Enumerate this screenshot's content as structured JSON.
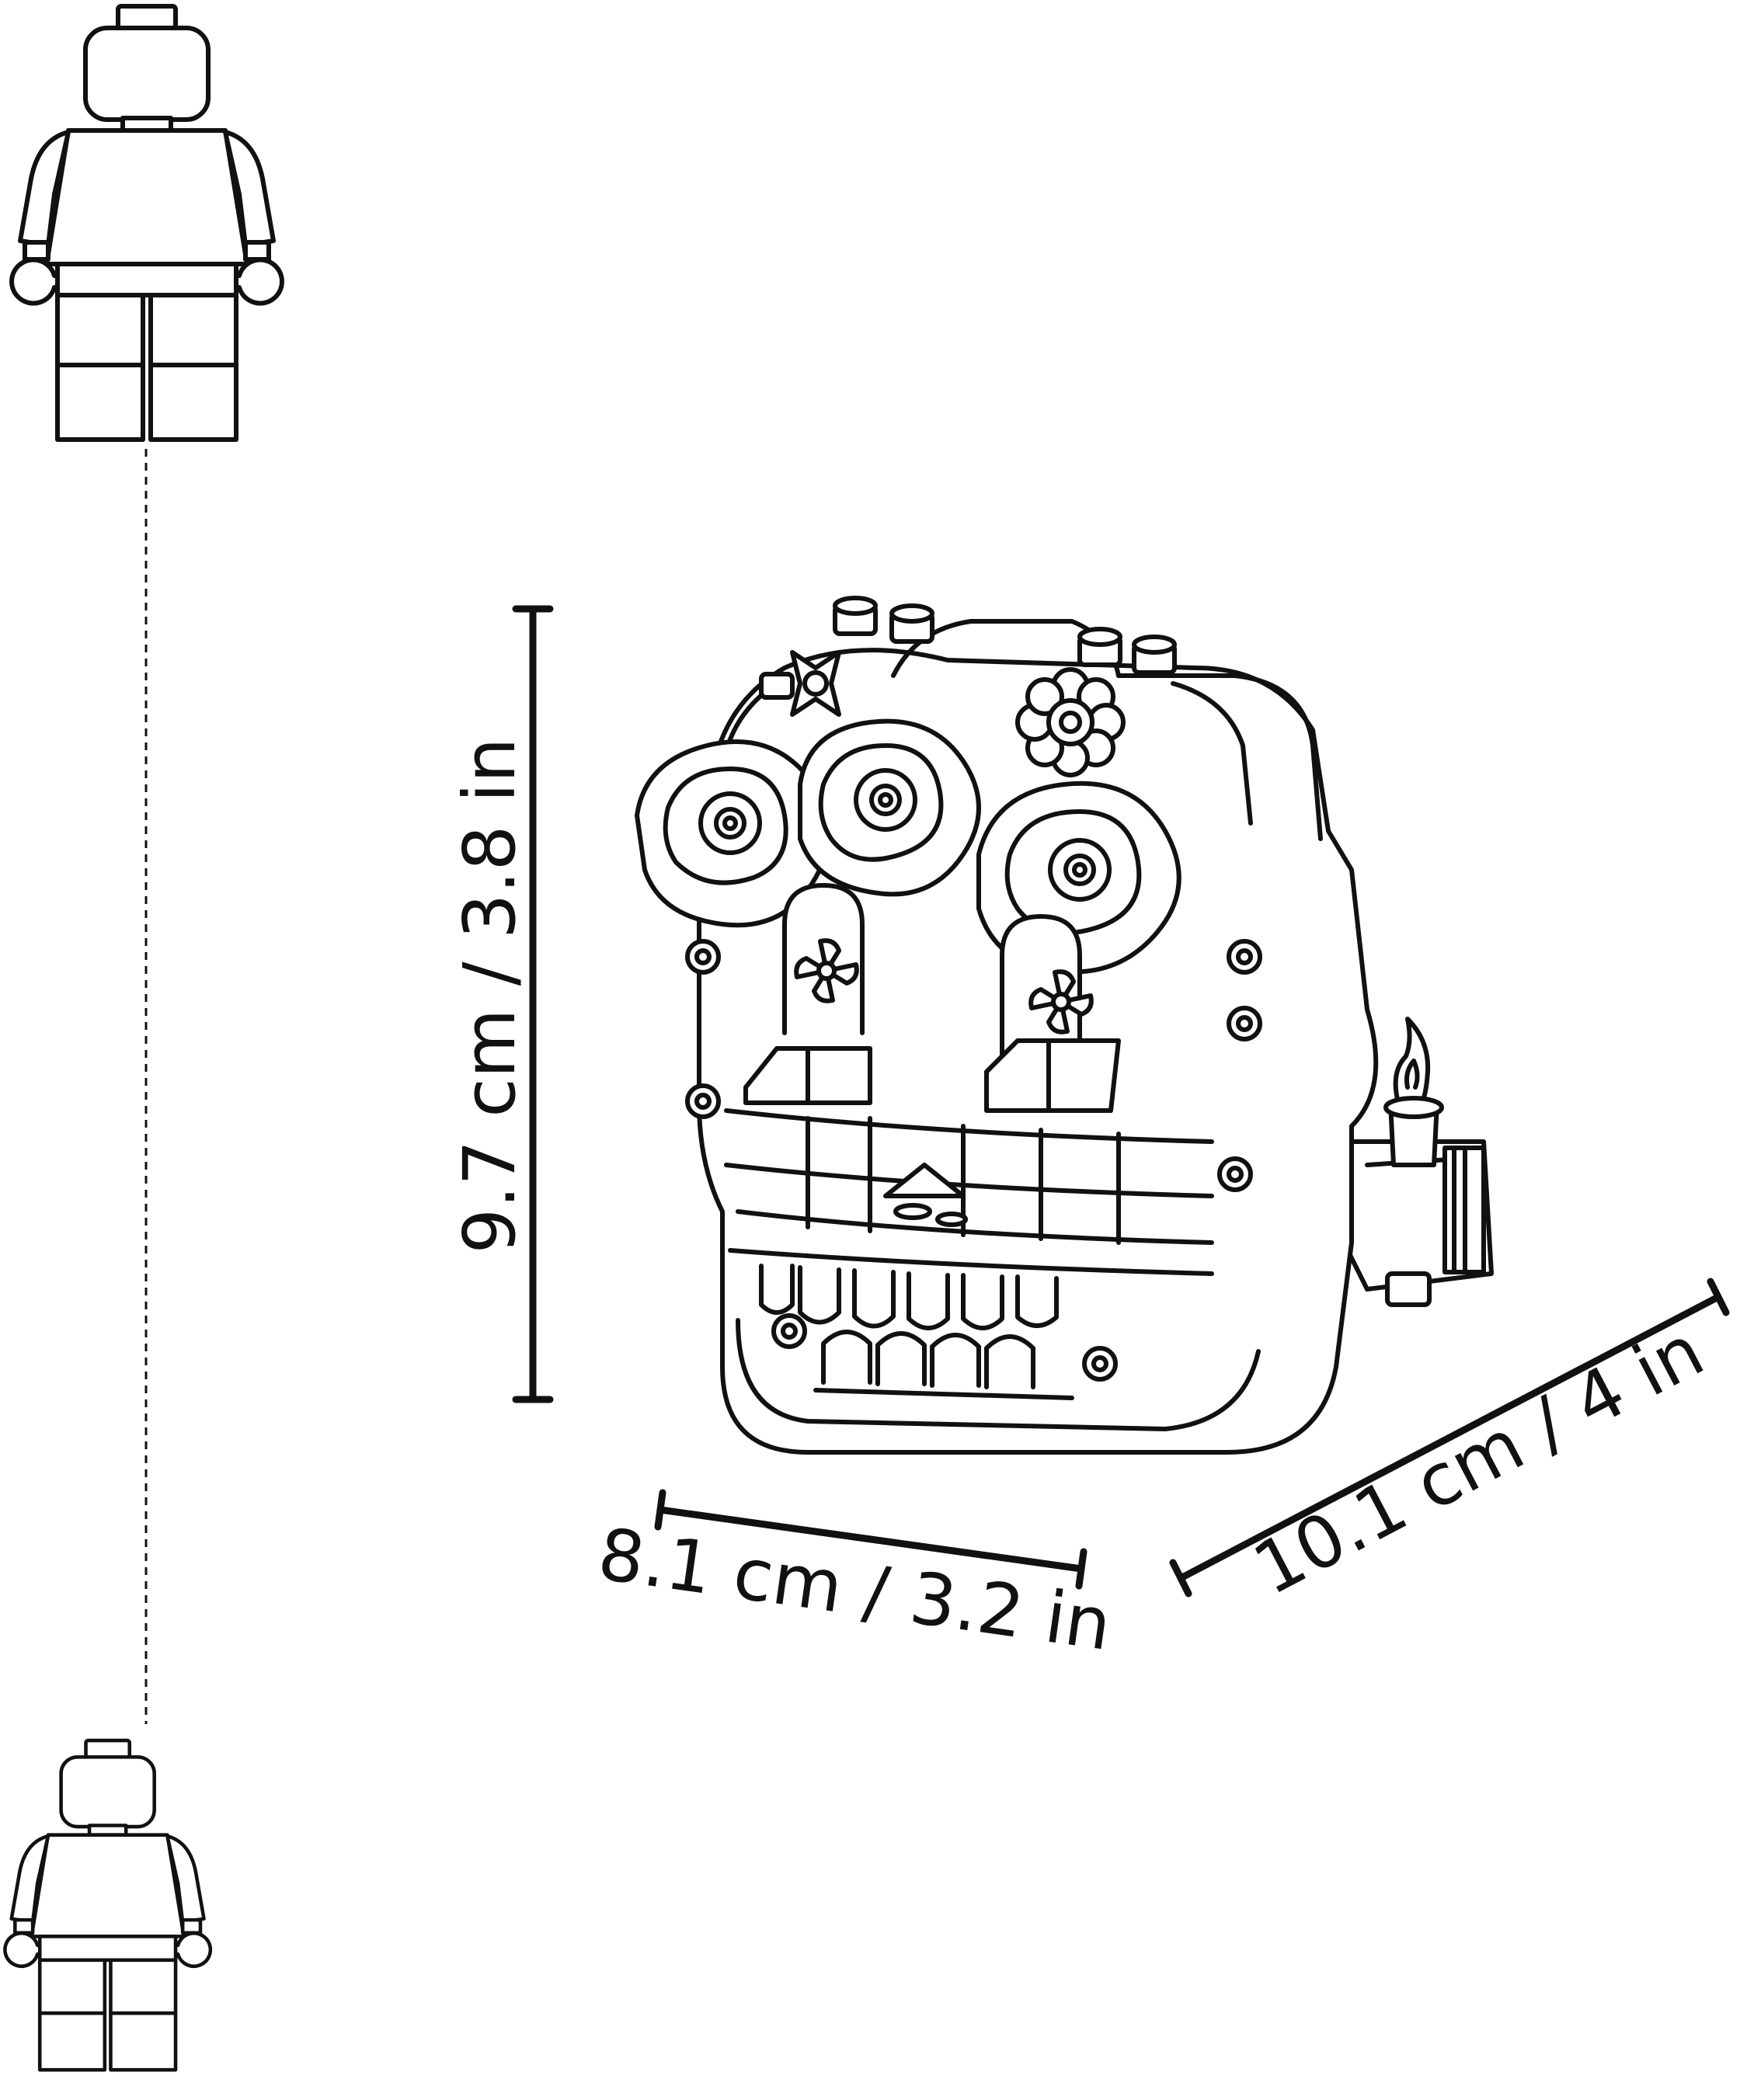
{
  "dimensions": {
    "height": "9.7 cm / 3.8 in",
    "width": "8.1 cm / 3.2 in",
    "depth": "10.1 cm / 4 in"
  },
  "colors": {
    "ink": "#111111",
    "background": "#ffffff"
  },
  "figures": {
    "minifigure_icon": "minifigure-outline-icon",
    "model_icon": "skull-model-outline-icon"
  }
}
